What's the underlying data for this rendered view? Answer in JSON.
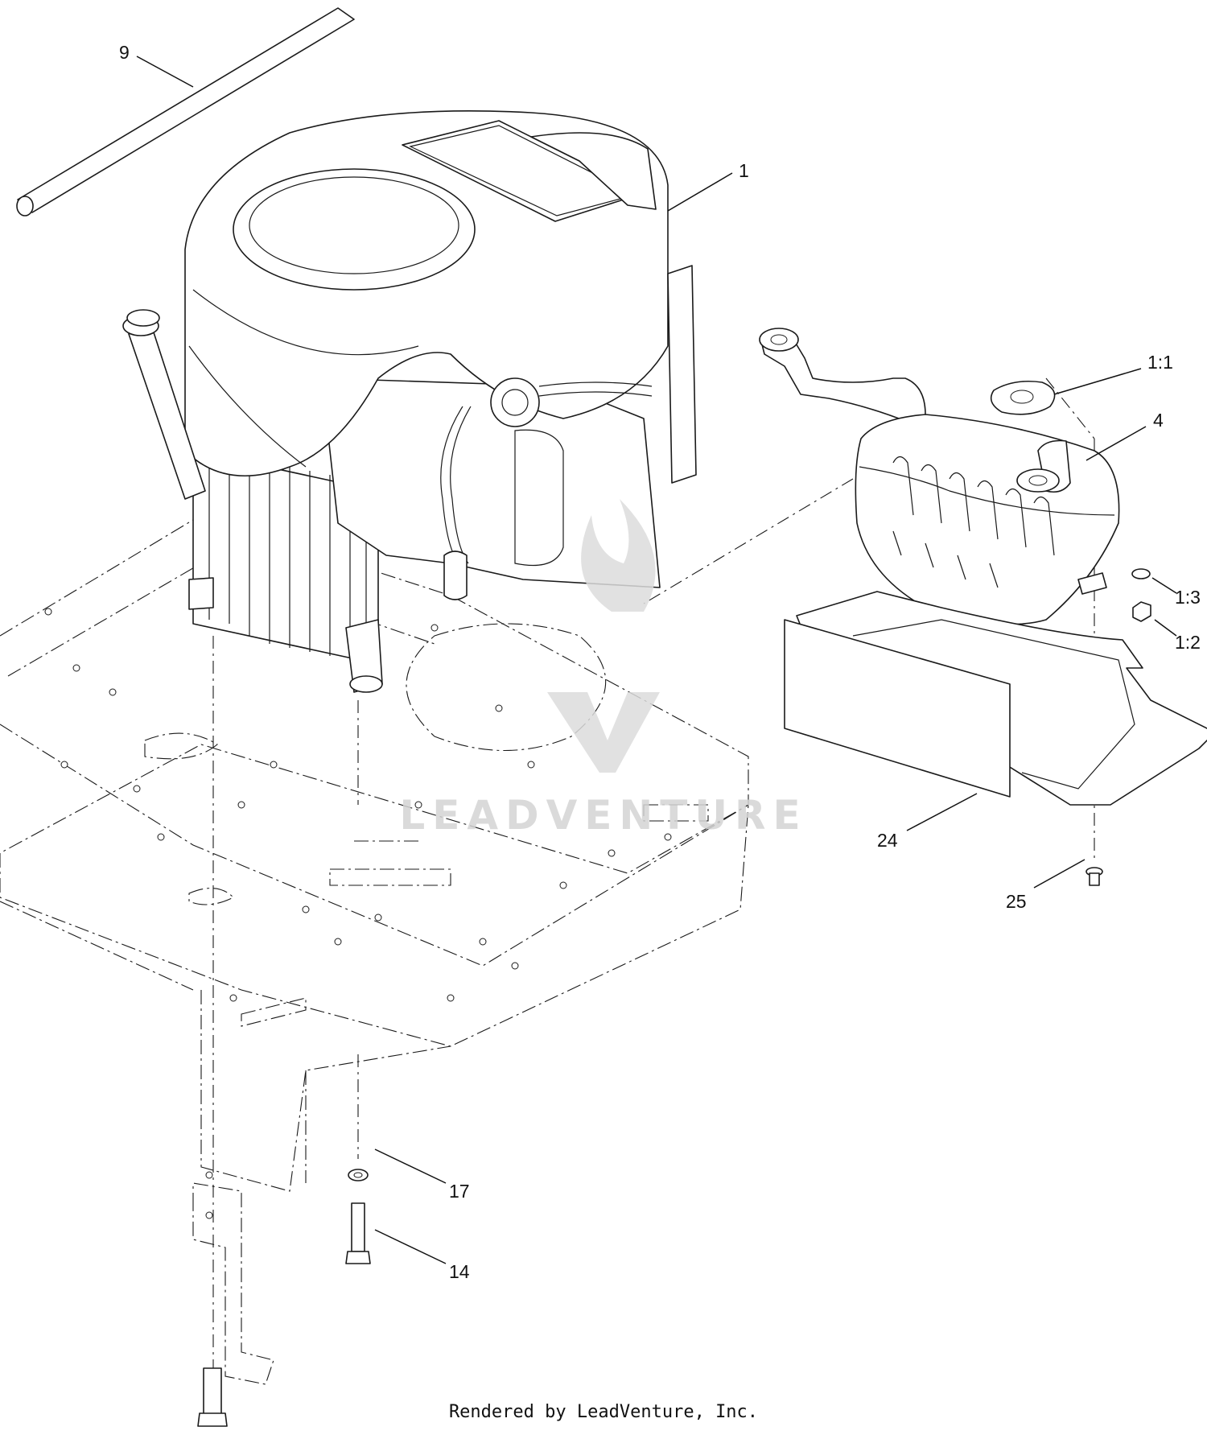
{
  "callouts": [
    {
      "id": "c9",
      "label": "9"
    },
    {
      "id": "c1",
      "label": "1"
    },
    {
      "id": "c11",
      "label": "1:1"
    },
    {
      "id": "c4",
      "label": "4"
    },
    {
      "id": "c13",
      "label": "1:3"
    },
    {
      "id": "c12",
      "label": "1:2"
    },
    {
      "id": "c24",
      "label": "24"
    },
    {
      "id": "c25",
      "label": "25"
    },
    {
      "id": "c17",
      "label": "17"
    },
    {
      "id": "c14",
      "label": "14"
    }
  ],
  "watermark": {
    "text": "LEADVENTURE"
  },
  "footer": {
    "text": "Rendered by LeadVenture, Inc."
  }
}
